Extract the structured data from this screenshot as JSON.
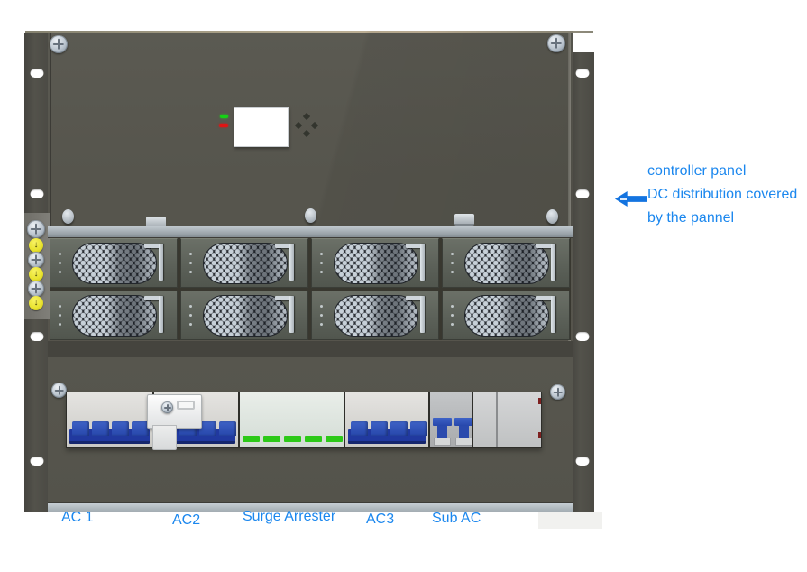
{
  "annotation": {
    "line1": "controller panel",
    "line2": "DC distribution covered",
    "line3": "by the pannel"
  },
  "distribution": {
    "groups": [
      {
        "id": "ac1",
        "label": "AC 1",
        "breakers": 4
      },
      {
        "id": "ac2",
        "label": "AC2",
        "breakers": 4
      },
      {
        "id": "surge",
        "label": "Surge Arrester",
        "indicators": 5
      },
      {
        "id": "ac3",
        "label": "AC3",
        "breakers": 4
      },
      {
        "id": "subac",
        "label": "Sub AC",
        "breakers": 2
      },
      {
        "id": "blank",
        "label": "",
        "breakers": 0
      }
    ]
  },
  "chassis": {
    "module_rows": 2,
    "modules_per_row": 4,
    "rectifier_module_count": 8,
    "ear_holes_per_side": 4,
    "ground_screw_count": 3,
    "controller": {
      "status_leds": [
        "green",
        "red"
      ],
      "nav_button_count": 4,
      "display": "blank-lcd"
    }
  },
  "icons": {
    "ground": "↓"
  },
  "colors": {
    "annotation_blue": "#1b87ee",
    "breaker_toggle_blue": "#2a4aad",
    "surge_indicator_green": "#2cc918",
    "led_green": "#15d215",
    "led_red": "#e01414",
    "chassis_gray": "#56554d"
  }
}
